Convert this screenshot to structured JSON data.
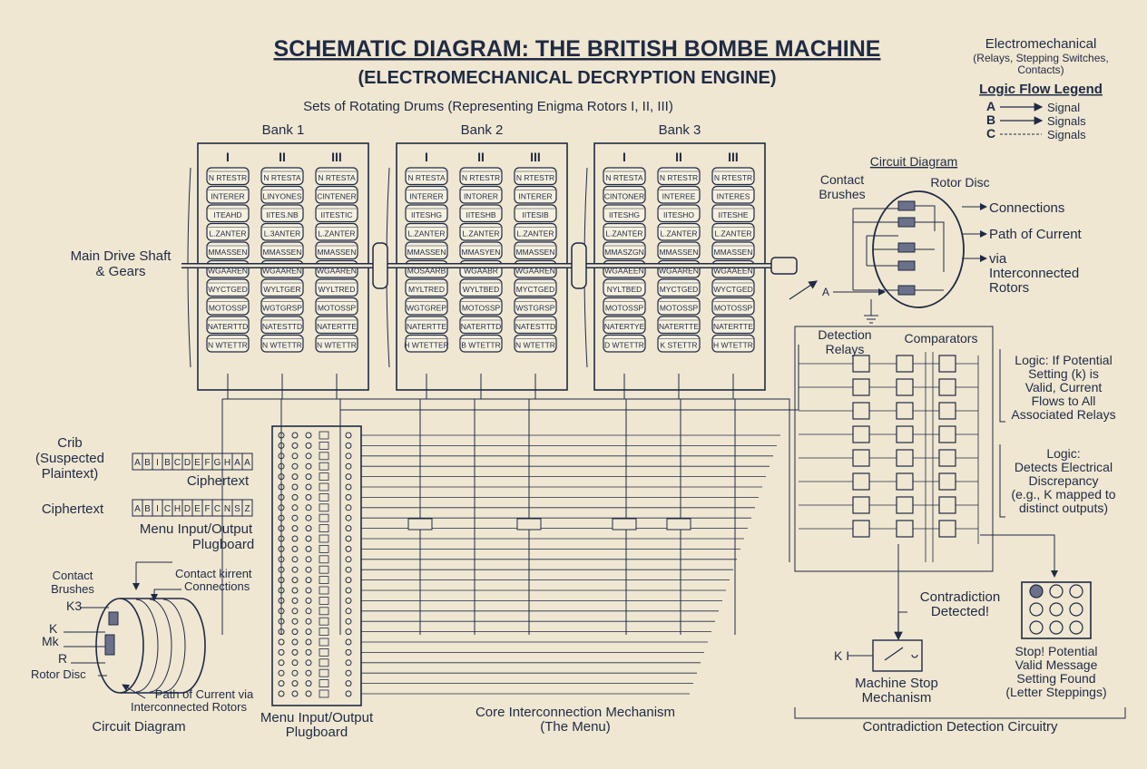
{
  "title": "SCHEMATIC DIAGRAM: THE BRITISH BOMBE MACHINE",
  "subtitle": "(ELECTROMECHANICAL DECRYPTION ENGINE)",
  "drums_header": "Sets of Rotating Drums (Representing Enigma Rotors I, II, III)",
  "banks": [
    {
      "label": "Bank 1",
      "columns": [
        {
          "numeral": "I",
          "labels": [
            "N RTESTR",
            "INTERER",
            "ITEAHD",
            "L.ZANTER",
            "MMASSEN",
            "WGAAREN",
            "WYCTGED",
            "MOTOSSP",
            "NATERTTD",
            "N WTETTR"
          ]
        },
        {
          "numeral": "II",
          "labels": [
            "N RTESTA",
            "LINYONES",
            "IITES.NB",
            "L.3ANTER",
            "MMASSEN",
            "WGAAREN",
            "WYLTGER",
            "WGTGRSP",
            "NATESTTD",
            "N WTETTR"
          ]
        },
        {
          "numeral": "III",
          "labels": [
            "N RTESTA",
            "CINTENER",
            "IITESTIC",
            "L.ZANTER",
            "MMASSEN",
            "WGAAREN",
            "WYLTRED",
            "MOTOSSP",
            "NATERTTE",
            "N WTETTR"
          ]
        }
      ]
    },
    {
      "label": "Bank 2",
      "columns": [
        {
          "numeral": "I",
          "labels": [
            "N RTESTA",
            "INTERER",
            "IITESHG",
            "L.ZANTER",
            "MMASSEN",
            "MOSAARB",
            "MYLTRED",
            "WGTGREP",
            "NATERTTE",
            "H WTETTER"
          ]
        },
        {
          "numeral": "II",
          "labels": [
            "N RTESTR",
            "INTORER",
            "IITESHB",
            "L.ZANTER",
            "MMASYEN",
            "WGAABR",
            "WYLTBED",
            "MOTOSSP",
            "NATERTTD",
            "B WTETTR"
          ]
        },
        {
          "numeral": "III",
          "labels": [
            "N RTESTR",
            "INTERER",
            "IITESIB",
            "L.ZANTER",
            "MMASSEN",
            "WGAAREN",
            "MYCTGED",
            "WSTGRSP",
            "NATESTTD",
            "N WTETTR"
          ]
        }
      ]
    },
    {
      "label": "Bank 3",
      "columns": [
        {
          "numeral": "I",
          "labels": [
            "N RTESTA",
            "CINTONER",
            "IITESHG",
            "L.ZANTER",
            "MMASZGN",
            "WGAAEEN",
            "NYLTBED",
            "MOTOSSP",
            "NATERTYE",
            "D WTETTR"
          ]
        },
        {
          "numeral": "II",
          "labels": [
            "N RTESTR",
            "INTEREE",
            "IITESHO",
            "L.ZANTER",
            "MMASSEN",
            "WGAAREN",
            "MYCTGED",
            "MOTOSSP",
            "NATERTTE",
            "K STETTR"
          ]
        },
        {
          "numeral": "III",
          "labels": [
            "N RTESTR",
            "INTERES",
            "IITESHE",
            "L.ZANTER",
            "MMASSEN",
            "WGAAEEN",
            "WYCTGED",
            "MOTOSSP",
            "NATERTTE",
            "H WTETTR"
          ]
        }
      ]
    }
  ],
  "main_drive": [
    "Main Drive Shaft",
    "& Gears"
  ],
  "top_right": {
    "kind": "Electromechanical",
    "kind_detail": [
      "(Relays, Stepping Switches,",
      "Contacts)"
    ],
    "legend_title": "Logic Flow Legend",
    "legend": [
      {
        "key": "A",
        "label": "Signal"
      },
      {
        "key": "B",
        "label": "Signals"
      },
      {
        "key": "C",
        "label": "Signals"
      }
    ]
  },
  "circuit_right": {
    "title": "Circuit Diagram",
    "contact_brushes": [
      "Contact",
      "Brushes"
    ],
    "rotor_disc": "Rotor Disc",
    "connections": "Connections",
    "path": "Path of Current",
    "via": [
      "via",
      "Interconnected",
      "Rotors"
    ],
    "input": "A"
  },
  "detection_relays": [
    "Detection",
    "Relays"
  ],
  "comparators": "Comparators",
  "logic1": [
    "Logic: If Potential",
    "Setting (k) is",
    "Valid, Current",
    "Flows to All",
    "Associated Relays"
  ],
  "logic2": [
    "Logic:",
    "Detects Electrical",
    "Discrepancy",
    "(e.g., K mapped to",
    "distinct outputs)"
  ],
  "crib": {
    "label": [
      "Crib",
      "(Suspected",
      "Plaintext)"
    ],
    "letters": [
      "A",
      "B",
      "I",
      "B",
      "C",
      "D",
      "E",
      "F",
      "G",
      "H",
      "A",
      "A"
    ],
    "caption": "Ciphertext"
  },
  "cipher": {
    "label": "Ciphertext",
    "letters": [
      "A",
      "B",
      "I",
      "C",
      "H",
      "D",
      "E",
      "F",
      "C",
      "N",
      "S",
      "Z"
    ],
    "caption": [
      "Menu Input/Output",
      "Plugboard"
    ]
  },
  "circuit_left": {
    "labels": [
      "Contact",
      "Brushes"
    ],
    "contact_current": "Contact kirrent",
    "connections": "Connections",
    "k3": "K3",
    "k": "K",
    "mk": "Mk",
    "r": "R",
    "rotor_disc": "Rotor Disc",
    "path": [
      "Path of Current via",
      "Interconnected Rotors"
    ],
    "title": "Circuit Diagram"
  },
  "plugboard_bottom": [
    "Menu Input/Output",
    "Plugboard"
  ],
  "core": [
    "Core Interconnection Mechanism",
    "(The Menu)"
  ],
  "contradiction": [
    "Contradiction",
    "Detected!"
  ],
  "machine_stop": [
    "Machine Stop",
    "Mechanism"
  ],
  "stop_switch": "K I",
  "stop_text": [
    "Stop! Potential",
    "Valid Message",
    "Setting Found",
    "(Letter Steppings)"
  ],
  "contradiction_circuitry": "Contradiction Detection Circuitry",
  "colors": {
    "ink": "#1f2a44",
    "paper": "#efe7d2",
    "drum": "#f6f0df"
  }
}
